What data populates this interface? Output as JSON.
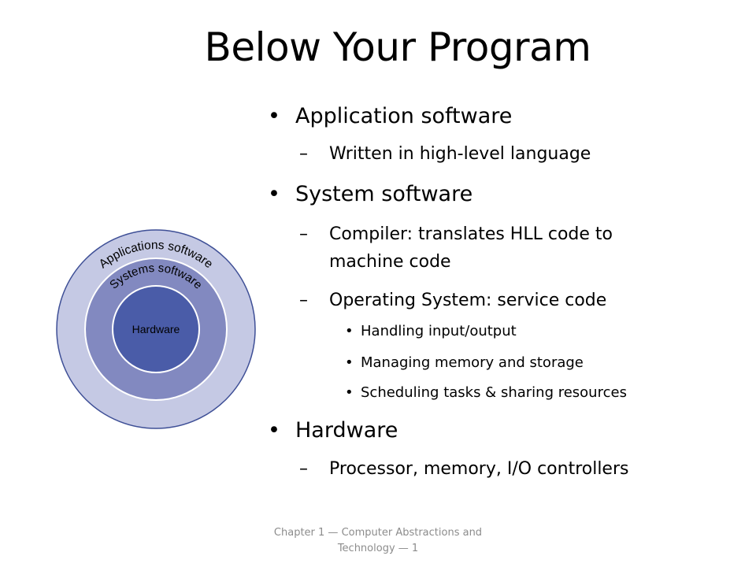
{
  "slide": {
    "title": "Below Your Program",
    "bullets": [
      {
        "level": 1,
        "marker": "•",
        "text": "Application software"
      },
      {
        "level": 2,
        "marker": "–",
        "text": "Written in high-level language"
      },
      {
        "level": 1,
        "marker": "•",
        "text": "System software"
      },
      {
        "level": 2,
        "marker": "–",
        "text": "Compiler: translates HLL code to"
      },
      {
        "level": 2,
        "marker": "",
        "text": "machine code"
      },
      {
        "level": 2,
        "marker": "–",
        "text": "Operating System: service code"
      },
      {
        "level": 3,
        "marker": "•",
        "text": "Handling input/output"
      },
      {
        "level": 3,
        "marker": "•",
        "text": "Managing memory and storage"
      },
      {
        "level": 3,
        "marker": "•",
        "text": "Scheduling tasks & sharing resources"
      },
      {
        "level": 1,
        "marker": "•",
        "text": "Hardware"
      },
      {
        "level": 2,
        "marker": "–",
        "text": "Processor, memory, I/O controllers"
      }
    ],
    "diagram": {
      "outer_label": "Applications software",
      "middle_label": "Systems software",
      "inner_label": "Hardware",
      "colors": {
        "outer": "#c5c9e4",
        "middle": "#8289c0",
        "inner": "#4a5ca8",
        "stroke": "#3e4f96"
      }
    },
    "footer": {
      "line1": "Chapter 1 — Computer Abstractions and",
      "line2": "Technology — 1"
    }
  }
}
